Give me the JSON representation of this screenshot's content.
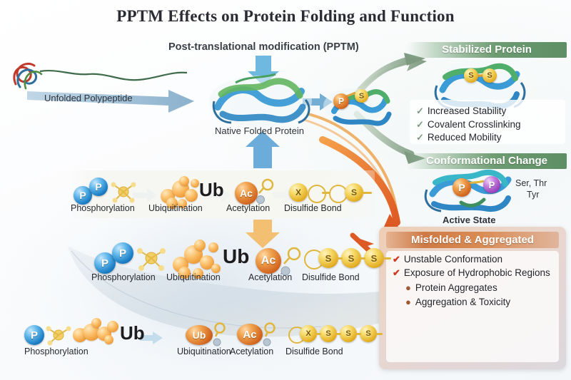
{
  "figure": {
    "title": "PPTM Effects on Protein Folding and Function",
    "subtitle": "Post-translational modification (PPTM)",
    "background_color": "#fdfdfe"
  },
  "left_flow": {
    "unfolded_label": "Unfolded Polypeptide",
    "native_label": "Native Folded Protein"
  },
  "panels": {
    "stabilized": {
      "header": "Stabilized Protein",
      "header_color": "#6e9c72",
      "check_color": "#7d9a84",
      "bullets": [
        "Increased Stability",
        "Covalent Crosslinking",
        "Reduced Mobility"
      ],
      "check_glyph": "✓"
    },
    "conformational": {
      "header": "Conformational Change",
      "header_color": "#6e9c72",
      "residues_line1": "Ser, Thr",
      "residues_line2": "Tyr",
      "state_label": "Active State",
      "marker_p1": "P",
      "marker_p2": "P"
    },
    "misfolded": {
      "header": "Misfolded & Aggregated",
      "header_color": "#cf7a45",
      "check_color": "#cc3b22",
      "bullet_color": "#a05a33",
      "checks": [
        "Unstable Conformation",
        "Exposure of Hydrophobic Regions"
      ],
      "dots": [
        "Protein Aggregates",
        "Aggregation & Toxicity"
      ],
      "check_glyph": "✔",
      "dot_glyph": "●"
    }
  },
  "ptm_rows": [
    {
      "row_id": "ptm-row-top",
      "items": [
        {
          "label": "Phosphorylation",
          "badges": [
            "P",
            "P"
          ],
          "badge_color": "#1b7dc4"
        },
        {
          "label": "Ubiquitination",
          "badges": [
            "Ub"
          ],
          "badge_color": "#ef9a36"
        },
        {
          "label": "Acetylation",
          "badges": [
            "Ac"
          ],
          "badge_color": "#d2661f"
        },
        {
          "label": "Disulfide Bond",
          "badges": [
            "X",
            "S"
          ],
          "badge_color": "#e3ad22"
        }
      ]
    },
    {
      "row_id": "ptm-row-middle",
      "items": [
        {
          "label": "Phosphorylation",
          "badges": [
            "P",
            "P"
          ],
          "badge_color": "#1b7dc4"
        },
        {
          "label": "Ubiquitination",
          "badges": [
            "Ub"
          ],
          "badge_color": "#ef9a36"
        },
        {
          "label": "Acetylation",
          "badges": [
            "Ac"
          ],
          "badge_color": "#d2661f"
        },
        {
          "label": "Disulfide Bond",
          "badges": [
            "S",
            "S",
            "S"
          ],
          "badge_color": "#e3ad22"
        }
      ]
    },
    {
      "row_id": "ptm-row-bottom",
      "items": [
        {
          "label": "Phosphorylation",
          "badges": [
            "P",
            "Ub"
          ],
          "badge_color": "#1b7dc4"
        },
        {
          "label": "Ubiquitination",
          "badges": [
            "Ub"
          ],
          "badge_color": "#d2661f"
        },
        {
          "label": "Acetylation",
          "badges": [
            "Ac"
          ],
          "badge_color": "#d2661f"
        },
        {
          "label": "Disulfide Bond",
          "badges": [
            "X",
            "S",
            "S",
            "S",
            "S"
          ],
          "badge_color": "#e3ad22"
        }
      ]
    }
  ],
  "modified_protein": {
    "marker_p": "P",
    "marker_s": "S"
  },
  "stabilized_protein_markers": {
    "s1": "S",
    "s2": "S"
  },
  "arrows": {
    "fold_arrow_color": "#8aaec9",
    "ptm_down_arrow_color": "#57a8d8",
    "up_arrow_color": "#5ba3d6",
    "orange_down_arrow_color": "#f0b860",
    "green_arrow_color": "#8aa98c",
    "red_arrow_color": "#de5a24"
  }
}
